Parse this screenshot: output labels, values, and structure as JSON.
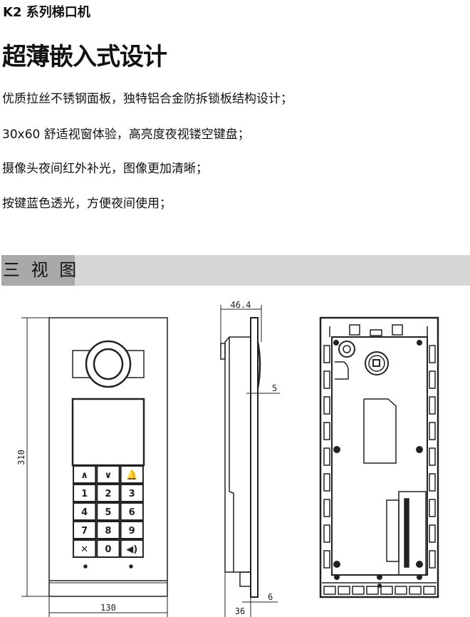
{
  "header": {
    "title": "K2 系列梯口机"
  },
  "main": {
    "heading": "超薄嵌入式设计",
    "features": [
      "优质拉丝不锈钢面板，独特铝合金防拆锁板结构设计；",
      "30x60 舒适视窗体验，高亮度夜视镂空键盘；",
      "摄像头夜间红外补光，图像更加清晰；",
      "按键蓝色透光，方便夜间使用；"
    ]
  },
  "section": {
    "label": "三 视 图"
  },
  "drawing": {
    "front": {
      "height_dim": "310",
      "width_dim": "130",
      "keys": [
        "∧",
        "∨",
        "🔔",
        "1",
        "2",
        "3",
        "4",
        "5",
        "6",
        "7",
        "8",
        "9",
        "✕",
        "0",
        "◀)"
      ]
    },
    "side": {
      "depth_dim": "46.4",
      "bump_dim": "5",
      "panel_dim": "6",
      "body_dim": "36"
    }
  }
}
